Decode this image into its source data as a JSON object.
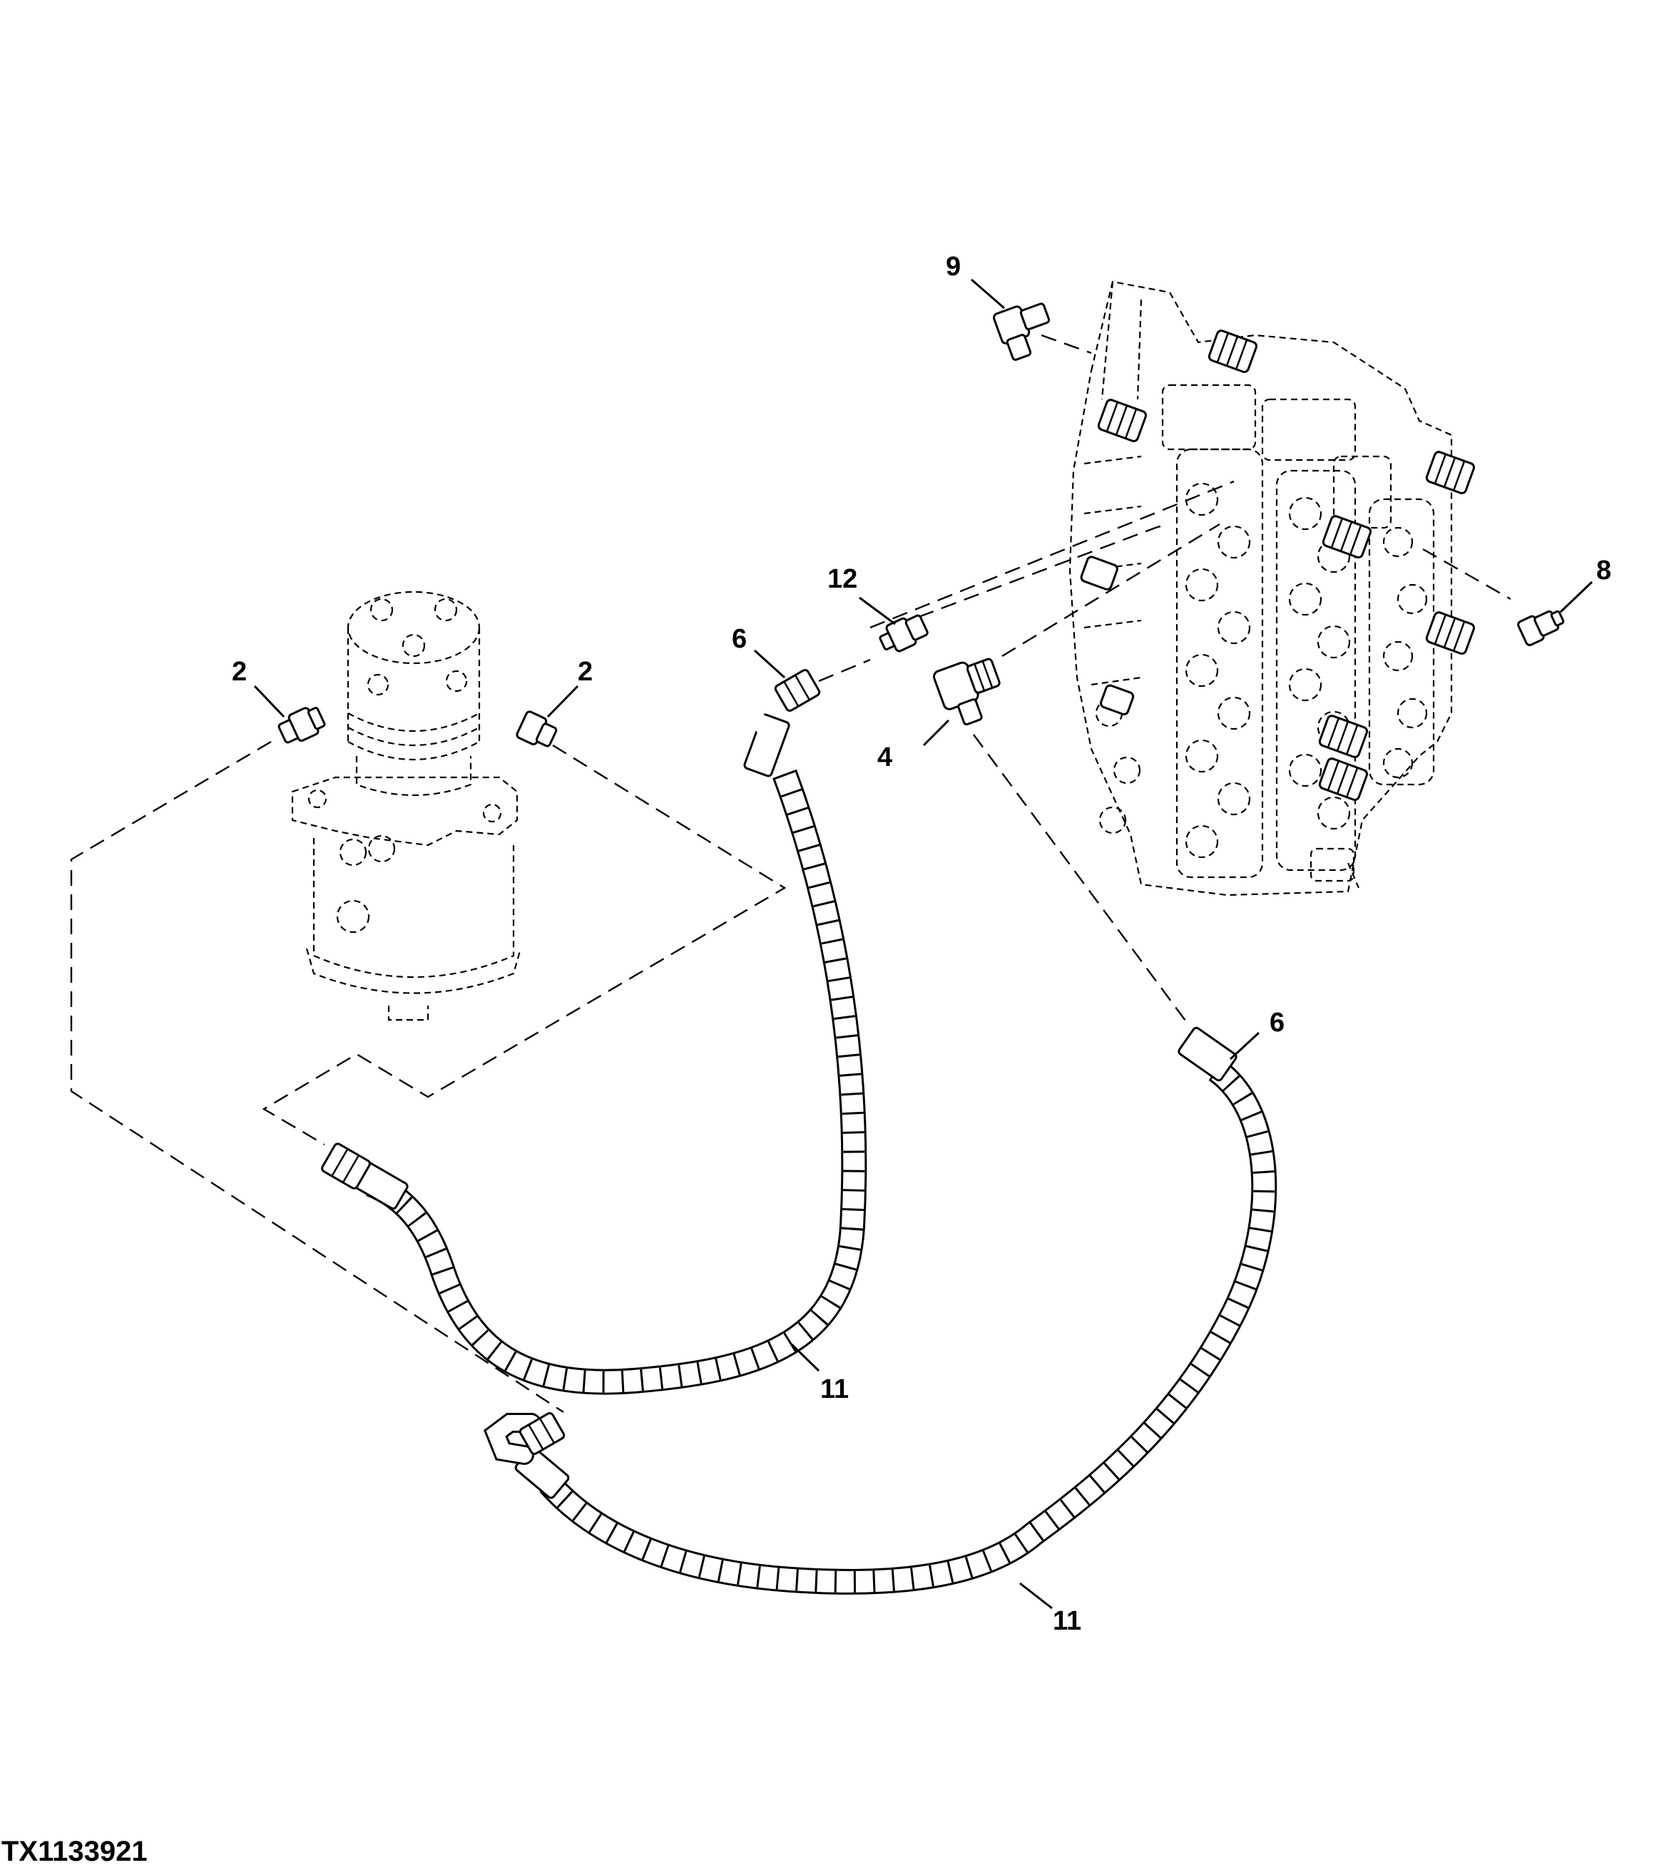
{
  "figure_id": "TX1133921",
  "callouts": {
    "c9": "9",
    "c8": "8",
    "c12": "12",
    "c6a": "6",
    "c6b": "6",
    "c4": "4",
    "c2a": "2",
    "c2b": "2",
    "c11a": "11",
    "c11b": "11"
  },
  "parts": [
    {
      "id": "swivel-joint",
      "style": "phantom"
    },
    {
      "id": "control-valve",
      "style": "phantom"
    },
    {
      "id": "fitting-2-left"
    },
    {
      "id": "fitting-2-right"
    },
    {
      "id": "tee-fitting-4"
    },
    {
      "id": "hose-end-6-upper"
    },
    {
      "id": "hose-end-6-right"
    },
    {
      "id": "fitting-8"
    },
    {
      "id": "elbow-fitting-9"
    },
    {
      "id": "hose-11-left"
    },
    {
      "id": "hose-11-lower"
    },
    {
      "id": "fitting-12"
    }
  ]
}
